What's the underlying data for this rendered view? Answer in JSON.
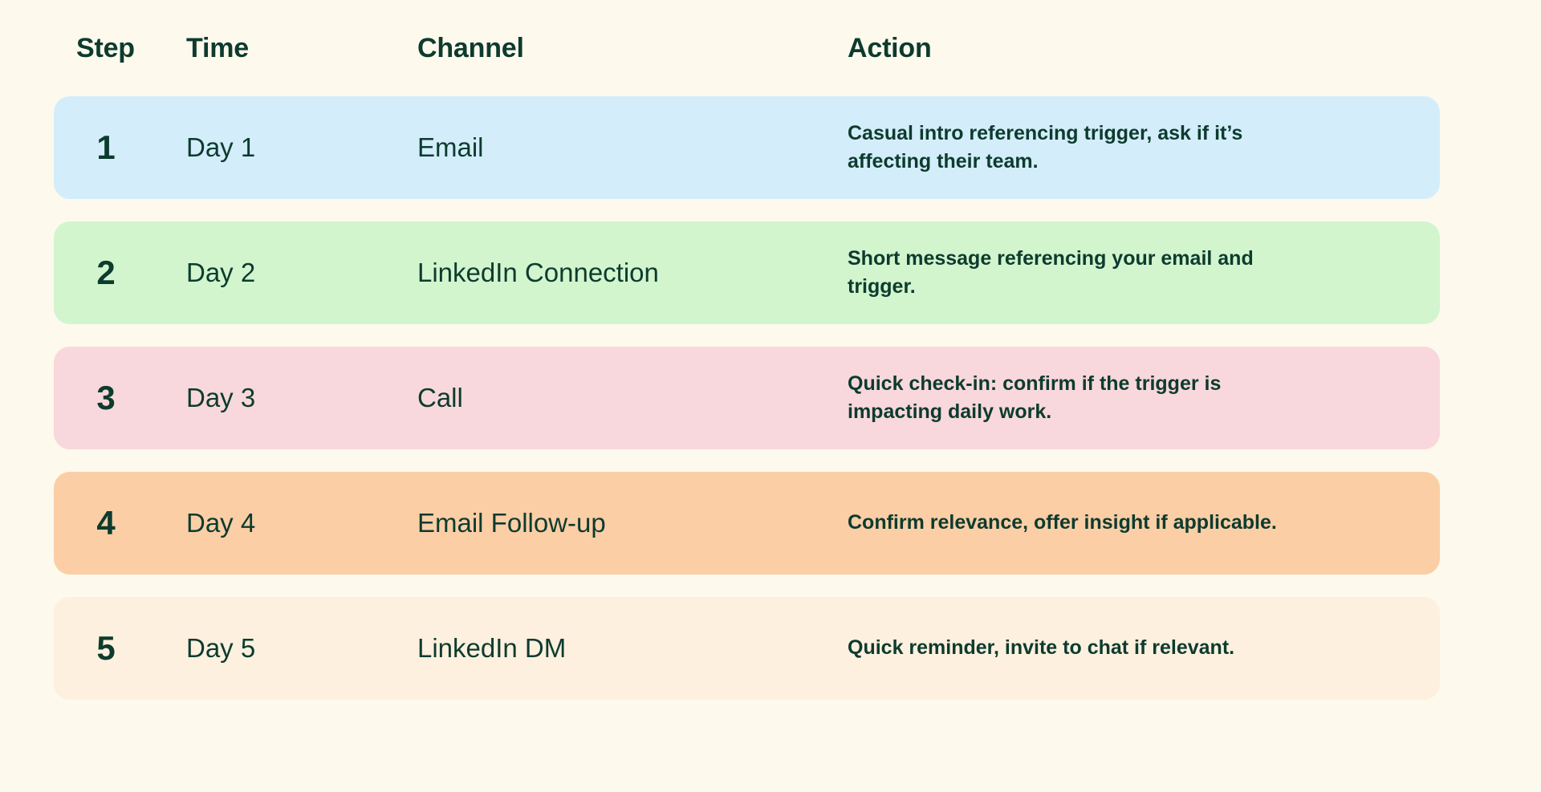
{
  "table": {
    "columns": [
      {
        "key": "step",
        "label": "Step"
      },
      {
        "key": "time",
        "label": "Time"
      },
      {
        "key": "channel",
        "label": "Channel"
      },
      {
        "key": "action",
        "label": "Action"
      }
    ],
    "rows": [
      {
        "step": "1",
        "time": "Day 1",
        "channel": "Email",
        "action": "Casual intro referencing trigger, ask if it’s affecting their team.",
        "color": "#d3edfb"
      },
      {
        "step": "2",
        "time": "Day 2",
        "channel": "LinkedIn Connection",
        "action": "Short message referencing your email and trigger.",
        "color": "#d2f5ce"
      },
      {
        "step": "3",
        "time": "Day 3",
        "channel": "Call",
        "action": "Quick check-in: confirm if the trigger is impacting daily work.",
        "color": "#f8d8dc"
      },
      {
        "step": "4",
        "time": "Day 4",
        "channel": "Email Follow-up",
        "action": "Confirm relevance, offer insight if applicable.",
        "color": "#fbcea6"
      },
      {
        "step": "5",
        "time": "Day 5",
        "channel": "LinkedIn DM",
        "action": "Quick reminder, invite to chat if relevant.",
        "color": "#fdf0df"
      }
    ]
  },
  "theme": {
    "background": "#fdf9ed",
    "text_color": "#0d3b2e"
  }
}
